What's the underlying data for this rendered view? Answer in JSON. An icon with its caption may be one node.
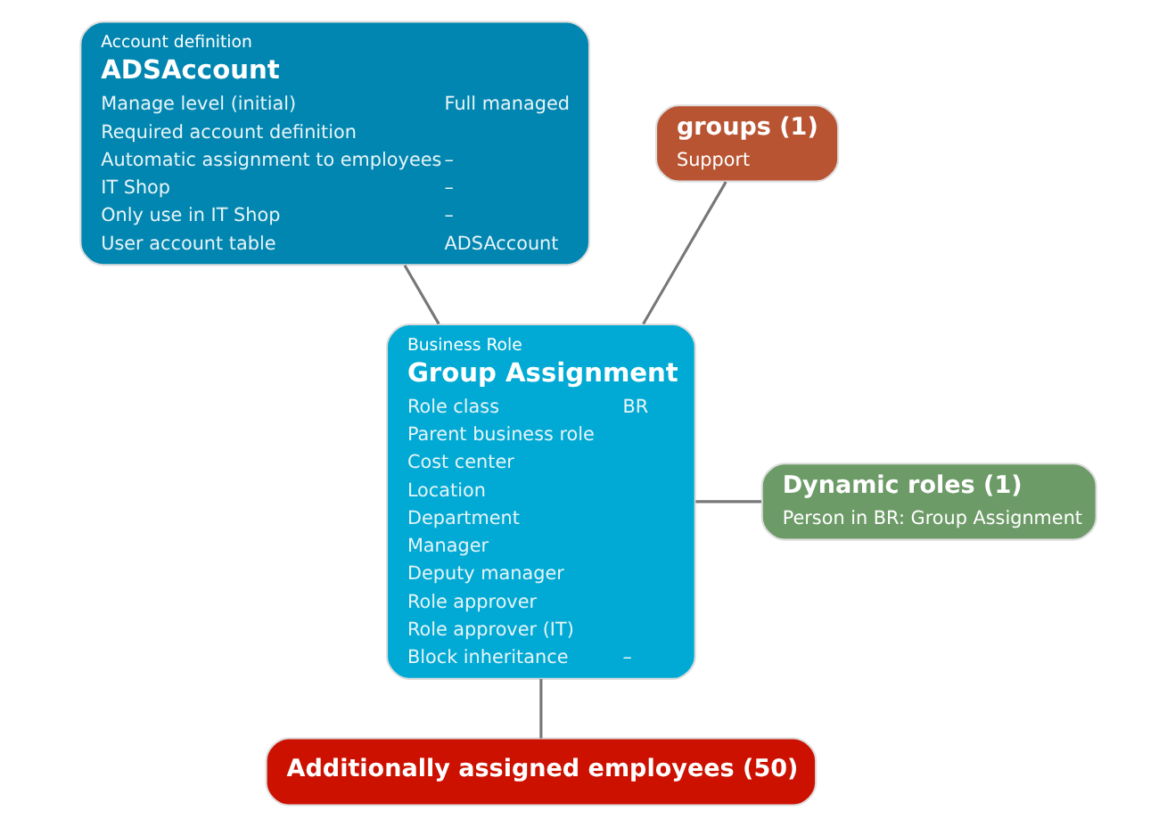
{
  "diagram": {
    "nodes": [
      {
        "text": [
          "Account definition",
          "ADSAccount",
          "Manage level (initial)",
          "Full managed",
          "Required account definition",
          "Automatic assignment to employees",
          "–",
          "IT Shop",
          "–",
          "Only use in IT Shop",
          "–",
          "User account table",
          "ADSAccount"
        ]
      },
      {
        "text": [
          "groups (1)",
          "Support"
        ]
      },
      {
        "text": [
          "Business Role",
          "Group Assignment",
          "Role class",
          "BR",
          "Parent business role",
          "Cost center",
          "Location",
          "Department",
          "Manager",
          "Deputy manager",
          "Role approver",
          "Role approver (IT)",
          "Block inheritance",
          "–"
        ]
      },
      {
        "text": [
          "Dynamic roles (1)",
          "Person in BR: Group Assignment"
        ]
      },
      {
        "text": [
          "Additionally assigned employees (50)"
        ]
      }
    ],
    "edges": [
      {
        "from": 1,
        "to": 2,
        "arrow": "none"
      },
      {
        "from": 0,
        "to": 2,
        "arrow": "none"
      },
      {
        "from": 2,
        "to": 3,
        "arrow": "none"
      },
      {
        "from": 2,
        "to": 4,
        "arrow": "none"
      }
    ]
  }
}
